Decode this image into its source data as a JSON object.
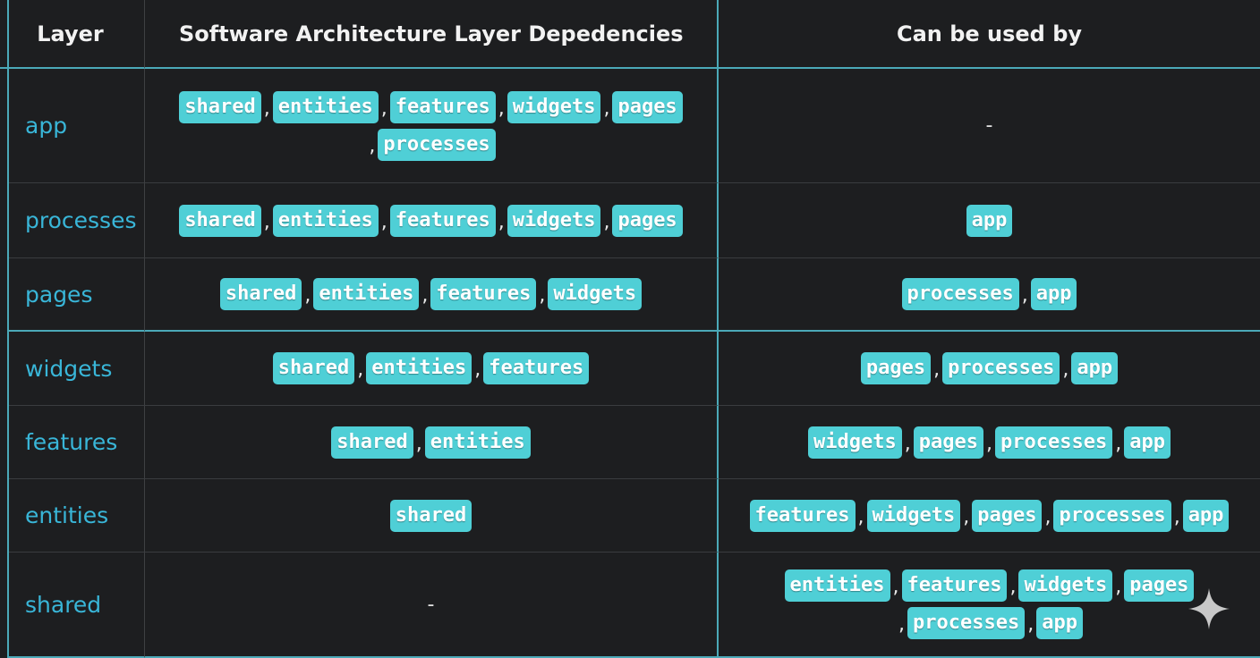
{
  "headers": {
    "layer": "Layer",
    "dependencies": "Software Architecture Layer Depedencies",
    "used_by": "Can be used by"
  },
  "rows": [
    {
      "layer": "app",
      "deps": [
        "shared",
        "entities",
        "features",
        "widgets",
        "pages",
        "processes"
      ],
      "deps_text": "",
      "used_by": [],
      "used_by_text": "-"
    },
    {
      "layer": "processes",
      "deps": [
        "shared",
        "entities",
        "features",
        "widgets",
        "pages"
      ],
      "deps_text": "",
      "used_by": [
        "app"
      ],
      "used_by_text": ""
    },
    {
      "layer": "pages",
      "deps": [
        "shared",
        "entities",
        "features",
        "widgets"
      ],
      "deps_text": "",
      "used_by": [
        "processes",
        "app"
      ],
      "used_by_text": ""
    },
    {
      "layer": "widgets",
      "deps": [
        "shared",
        "entities",
        "features"
      ],
      "deps_text": "",
      "used_by": [
        "pages",
        "processes",
        "app"
      ],
      "used_by_text": ""
    },
    {
      "layer": "features",
      "deps": [
        "shared",
        "entities"
      ],
      "deps_text": "",
      "used_by": [
        "widgets",
        "pages",
        "processes",
        "app"
      ],
      "used_by_text": ""
    },
    {
      "layer": "entities",
      "deps": [
        "shared"
      ],
      "deps_text": "",
      "used_by": [
        "features",
        "widgets",
        "pages",
        "processes",
        "app"
      ],
      "used_by_text": ""
    },
    {
      "layer": "shared",
      "deps": [],
      "deps_text": "-",
      "used_by": [
        "entities",
        "features",
        "widgets",
        "pages",
        "processes",
        "app"
      ],
      "used_by_text": ""
    }
  ],
  "colors": {
    "tag_background": "#4fcfd6",
    "layer_text": "#39b6d8",
    "grid_accent": "#4ba9b8",
    "background": "#1d1e20"
  },
  "icons": {
    "corner": "sparkle-icon"
  }
}
